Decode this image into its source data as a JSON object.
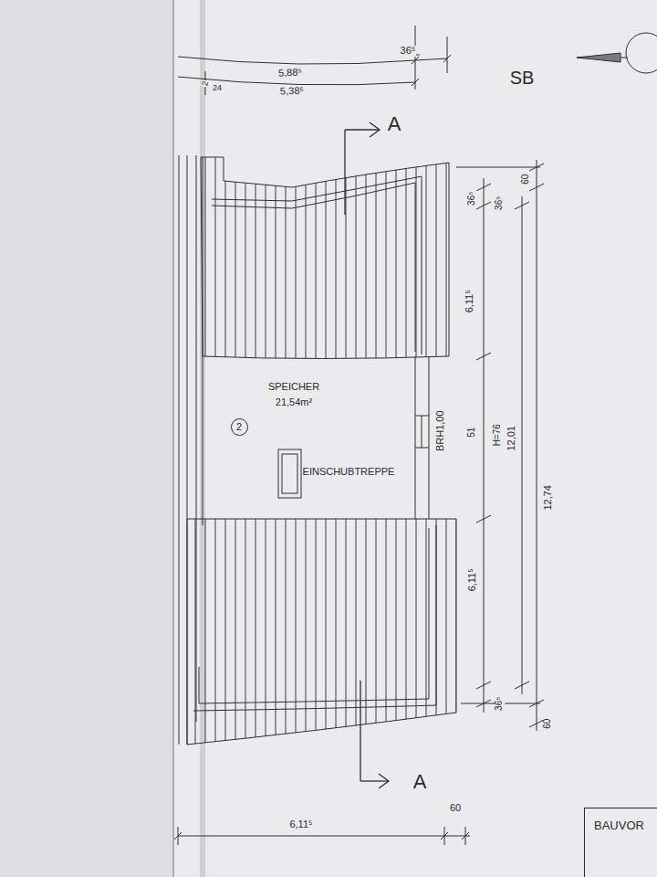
{
  "diagram": {
    "nodes": [
      {
        "text": [
          "2"
        ]
      },
      {
        "text": [
          "BAUVOR"
        ]
      }
    ],
    "labels": [
      "2",
      "24",
      "5,88⁵",
      "36⁵",
      "5,38⁵",
      "SB",
      "A",
      "36⁵",
      "36⁵",
      "60",
      "6,11⁵",
      "SPEICHER",
      "21,54m²",
      "EINSCHUBTREPPE",
      "BRH1,00",
      "51",
      "H=76",
      "12,01",
      "12,74",
      "6,11⁵",
      "36⁵",
      "60",
      "A",
      "6,11⁵",
      "60"
    ]
  }
}
